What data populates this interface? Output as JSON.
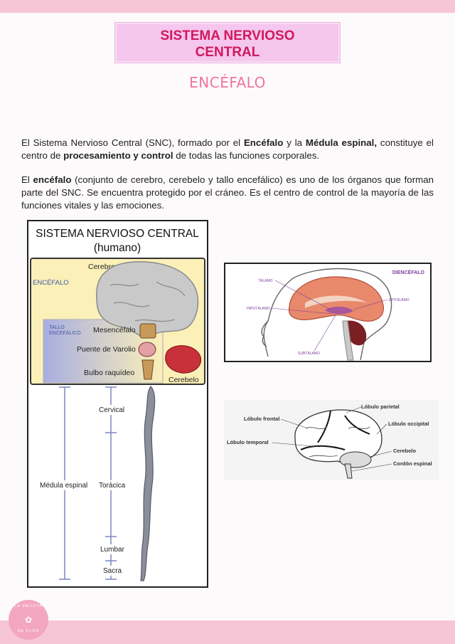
{
  "title": {
    "line1": "SISTEMA NERVIOSO",
    "line2": "CENTRAL"
  },
  "subtitle": "ENCÉFALO",
  "paragraph1": {
    "t1": "El Sistema Nervioso Central (SNC), formado por el ",
    "b1": "Encéfalo",
    "t2": " y la ",
    "b2": "Médula espinal,",
    "t3": " constituye el centro de ",
    "b3": "procesamiento y control",
    "t4": " de todas las funciones corporales."
  },
  "paragraph2": {
    "t1": "El ",
    "b1": "encéfalo",
    "t2": " (conjunto de cerebro, cerebelo y tallo encefálico) es uno de los órganos que forman parte del SNC. Se encuentra protegido por el cráneo. Es el centro de control de la mayoría de las funciones vitales y las emociones."
  },
  "figure_snc": {
    "title_line1": "SISTEMA NERVIOSO CENTRAL",
    "title_line2": "(humano)",
    "encefalo": "ENCÉFALO",
    "cerebro": "Cerebro",
    "tallo_line1": "TALLO",
    "tallo_line2": "ENCEFÁLICO",
    "mesencefalo": "Mesencéfalo",
    "puente": "Puente de Varolio",
    "bulbo": "Bulbo raquídeo",
    "cerebelo": "Cerebelo",
    "cervical": "Cervical",
    "toracica": "Torácica",
    "medula": "Médula espinal",
    "lumbar": "Lumbar",
    "sacra": "Sacra"
  },
  "figure_diencefalo": {
    "title": "DIENCÉFALO",
    "talamo": "TÁLAMO",
    "hipotalamo": "HIPOTÁLAMO",
    "epitalamo": "EPITÁLAMO",
    "subtalamo": "SUBTÁLAMO"
  },
  "figure_lobulos": {
    "parietal": "Lóbulo parietal",
    "frontal": "Lóbulo frontal",
    "occipital": "Lóbulo occipital",
    "temporal": "Lóbulo temporal",
    "cerebelo": "Cerebelo",
    "cordon": "Cordón espinal"
  },
  "logo": {
    "top": "LA VALIJITA",
    "bottom": "DE FLOR",
    "icon": "flower-icon"
  },
  "colors": {
    "band": "#f7c6d6",
    "title": "#d0195c",
    "title_bg": "#f5c6ee",
    "subtitle": "#f1739a",
    "diencefalo_label": "#7a3fa0"
  }
}
